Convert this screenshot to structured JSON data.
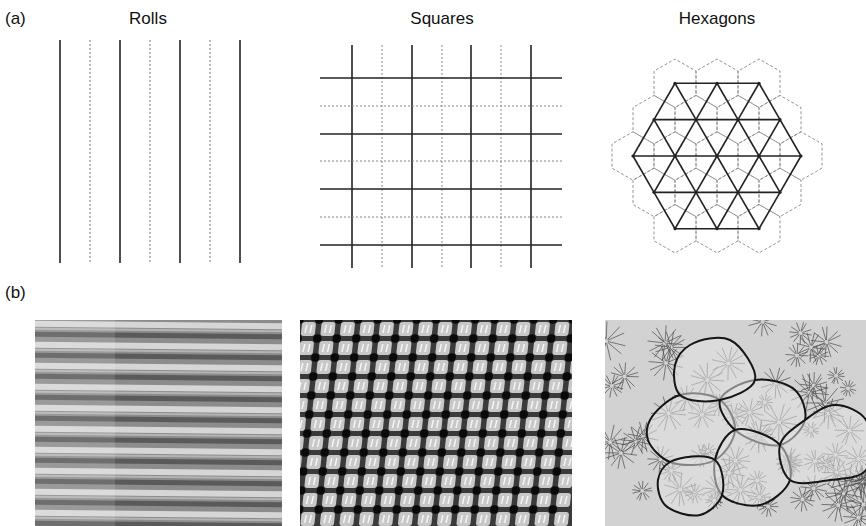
{
  "diagram": {
    "labels": [
      "(a)",
      "Rolls",
      "Squares",
      "Hexagons",
      "(b)"
    ]
  }
}
